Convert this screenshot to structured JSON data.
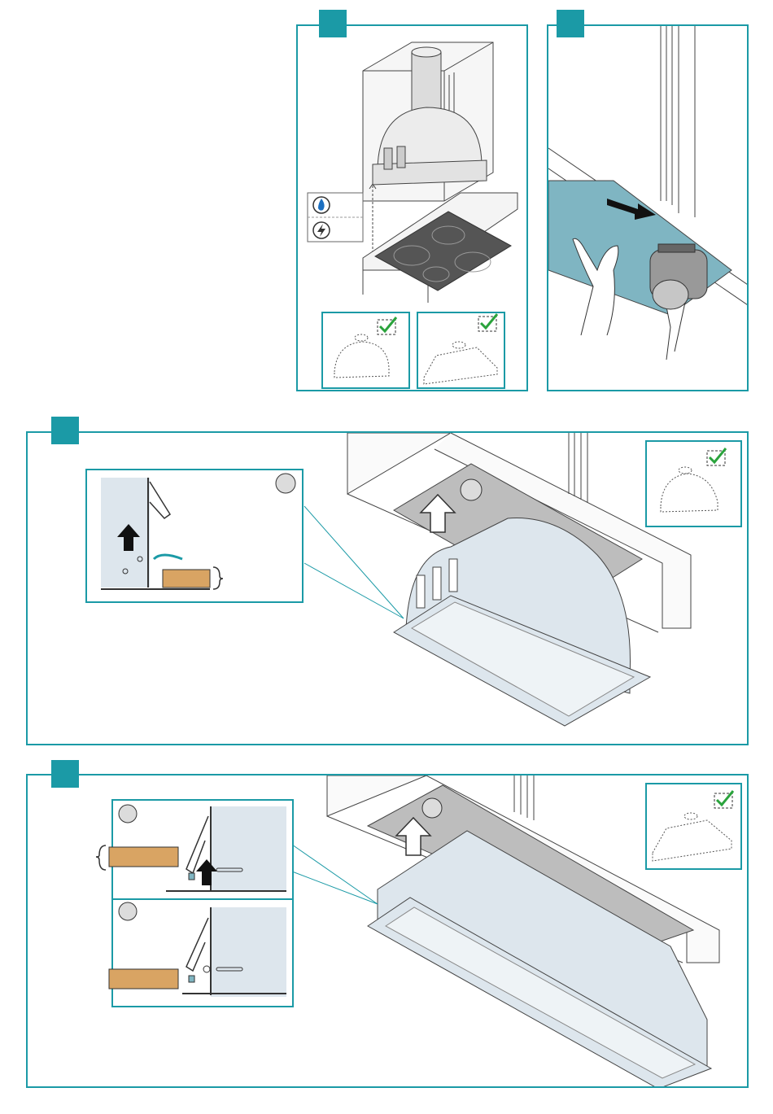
{
  "colors": {
    "accent": "#1b9aa6",
    "wood": "#d9a463",
    "hood_fill": "#dde6ed",
    "cabinet_gray": "#bdbdbd",
    "hob_dark": "#555555",
    "check_green": "#2aa33c",
    "glass": "#7fb5c2"
  },
  "panels": [
    {
      "id": "panel-1",
      "icons": [
        "gas-icon",
        "electric-icon"
      ],
      "variants": [
        "hood-variant-rounded",
        "hood-variant-flat"
      ]
    },
    {
      "id": "panel-2",
      "icons": [
        "arrow-icon",
        "hands-icon",
        "saw-icon"
      ]
    },
    {
      "id": "panel-3",
      "icons": [
        "arrow-up-icon",
        "check-icon"
      ]
    },
    {
      "id": "panel-4",
      "icons": [
        "arrow-up-icon",
        "check-icon"
      ]
    }
  ]
}
